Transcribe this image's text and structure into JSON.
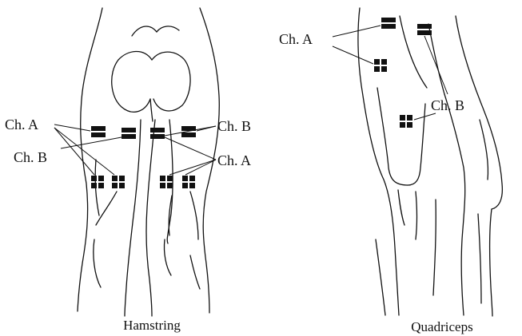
{
  "hamstring": {
    "caption": "Hamstring",
    "labels": {
      "ch_a_left": "Ch. A",
      "ch_b_left": "Ch. B",
      "ch_b_right": "Ch. B",
      "ch_a_right": "Ch. A"
    }
  },
  "quadriceps": {
    "caption": "Quadriceps",
    "labels": {
      "ch_a": "Ch. A",
      "ch_b": "Ch. B"
    }
  }
}
